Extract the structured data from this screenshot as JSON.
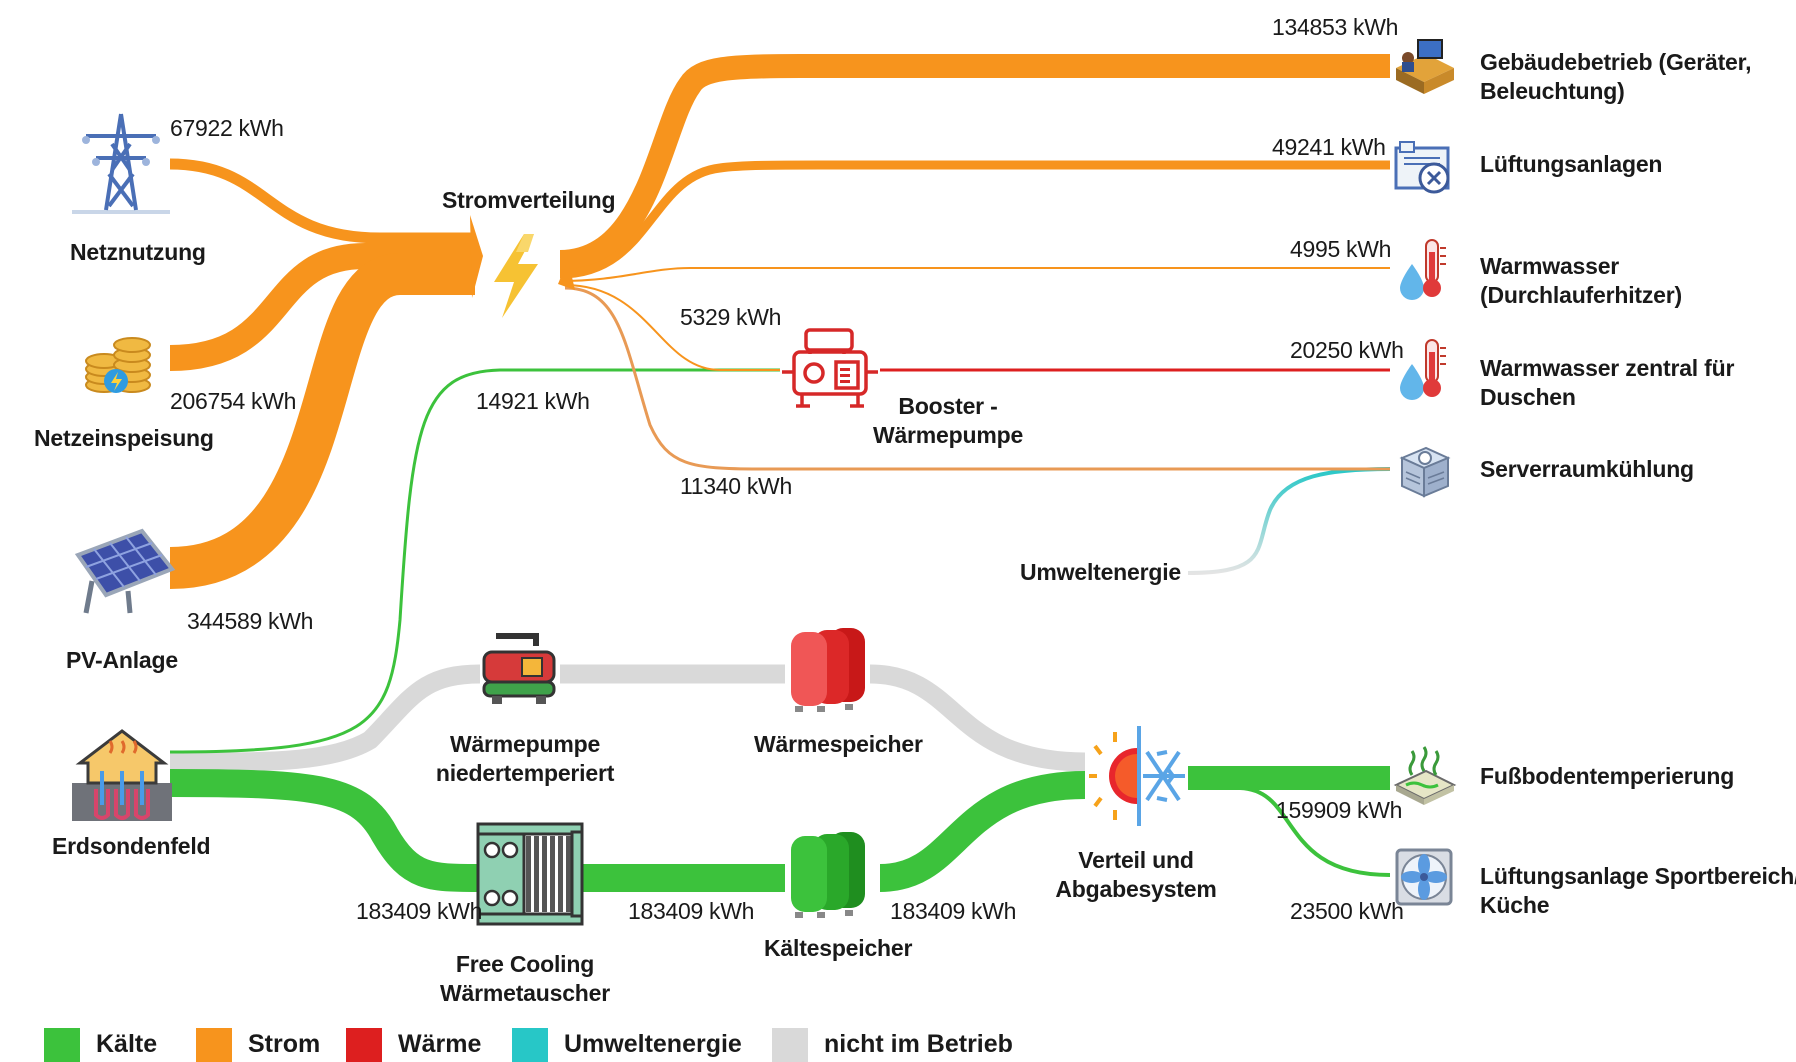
{
  "colors": {
    "kaelte": "#3cc23c",
    "strom": "#f7941d",
    "waerme": "#dd1f1f",
    "umwelt": "#27c7c7",
    "inactive": "#d9d9d9"
  },
  "nodes": {
    "netznutzung": "Netznutzung",
    "netzeinspeisung": "Netzeinspeisung",
    "pv": "PV-Anlage",
    "erdsonden": "Erdsondenfeld",
    "stromverteilung": "Stromverteilung",
    "booster": [
      "Booster -",
      "Wärmepumpe"
    ],
    "wp_nieder": [
      "Wärmepumpe",
      "niedertemperiert"
    ],
    "waermespeicher": "Wärmespeicher",
    "free_cooling": [
      "Free Cooling",
      "Wärmetauscher"
    ],
    "kaeltespeicher": "Kältespeicher",
    "verteil": [
      "Verteil und",
      "Abgabesystem"
    ],
    "umweltenergie": "Umweltenergie",
    "gebaeude": [
      "Gebäudebetrieb (Geräter,",
      "Beleuchtung)"
    ],
    "lueftung": "Lüftungsanlagen",
    "warmwasser": [
      "Warmwasser",
      "(Durchlauferhitzer)"
    ],
    "warmwasser_zentral": [
      "Warmwasser zentral für",
      "Duschen"
    ],
    "serverraum": "Serverraumkühlung",
    "fussboden": "Fußbodentemperierung",
    "lueftung_sport": [
      "Lüftungsanlage Sportbereich/",
      "Küche"
    ]
  },
  "values": {
    "netznutzung": "67922 kWh",
    "netzeinspeisung": "206754 kWh",
    "pv": "344589 kWh",
    "gebaeude": "134853 kWh",
    "lueftung": "49241 kWh",
    "warmwasser": "4995 kWh",
    "booster_in": "5329 kWh",
    "warmwasser_zentral": "20250 kWh",
    "geo_booster": "14921 kWh",
    "serverraum": "11340 kWh",
    "fc_in": "183409 kWh",
    "fc_out": "183409 kWh",
    "ks_out": "183409 kWh",
    "fussboden": "159909 kWh",
    "lueftung_sport": "23500 kWh"
  },
  "legend": [
    {
      "label": "Kälte",
      "color": "#3cc23c"
    },
    {
      "label": "Strom",
      "color": "#f7941d"
    },
    {
      "label": "Wärme",
      "color": "#dd1f1f"
    },
    {
      "label": "Umweltenergie",
      "color": "#27c7c7"
    },
    {
      "label": "nicht im Betrieb",
      "color": "#d9d9d9"
    }
  ]
}
